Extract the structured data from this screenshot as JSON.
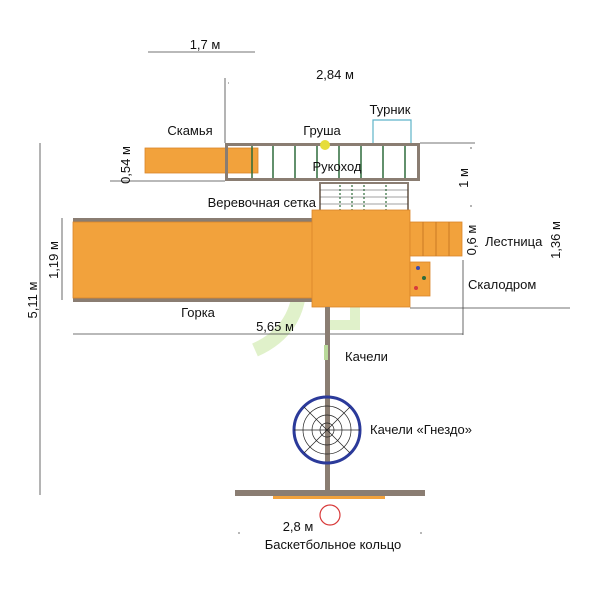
{
  "dimensions": {
    "bench_width": "1,7 м",
    "monkey_bars_length": "2,84 м",
    "bench_depth": "0,54 м",
    "monkey_bars_depth": "1 м",
    "slide_width": "1,19 м",
    "ladder_width": "0,6 м",
    "platform_depth": "1,36 м",
    "total_length": "5,65 м",
    "total_height": "5,11 м",
    "base_width": "2,8 м"
  },
  "labels": {
    "bench": "Скамья",
    "punching_bag": "Груша",
    "pullup_bar": "Турник",
    "monkey_bars": "Рукоход",
    "rope_net": "Веревочная сетка",
    "ladder": "Лестница",
    "climbing_wall": "Скалодром",
    "slide": "Горка",
    "swing": "Качели",
    "nest_swing": "Качели «Гнездо»",
    "basketball_hoop": "Баскетбольное кольцо"
  },
  "colors": {
    "wood": "#f2a23c",
    "beam": "#8a7d72",
    "rung": "#2e6b3a",
    "nest": "#2b3a9a",
    "hoop": "#d83a3a",
    "watermark": "#c8e6a0"
  }
}
